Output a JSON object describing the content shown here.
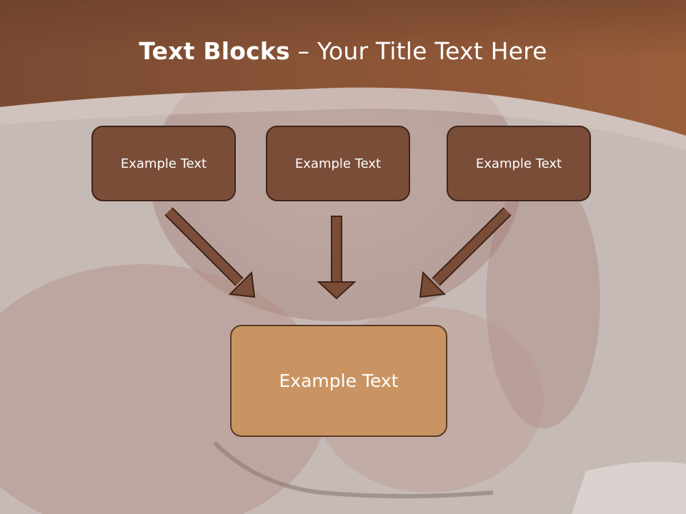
{
  "slide": {
    "title_bold": "Text Blocks",
    "title_dash": " – ",
    "title_rest": "Your Title Text Here"
  },
  "blocks": {
    "left": "Example Text",
    "middle": "Example Text",
    "right": "Example Text",
    "bottom": "Example Text"
  },
  "colors": {
    "header_brown": "#8a5535",
    "box_fill": "#7a4d38",
    "box_border": "#3e2418",
    "target_fill": "#c99462",
    "arrow_fill": "#7a4d38",
    "background": "#c4b8b4"
  }
}
